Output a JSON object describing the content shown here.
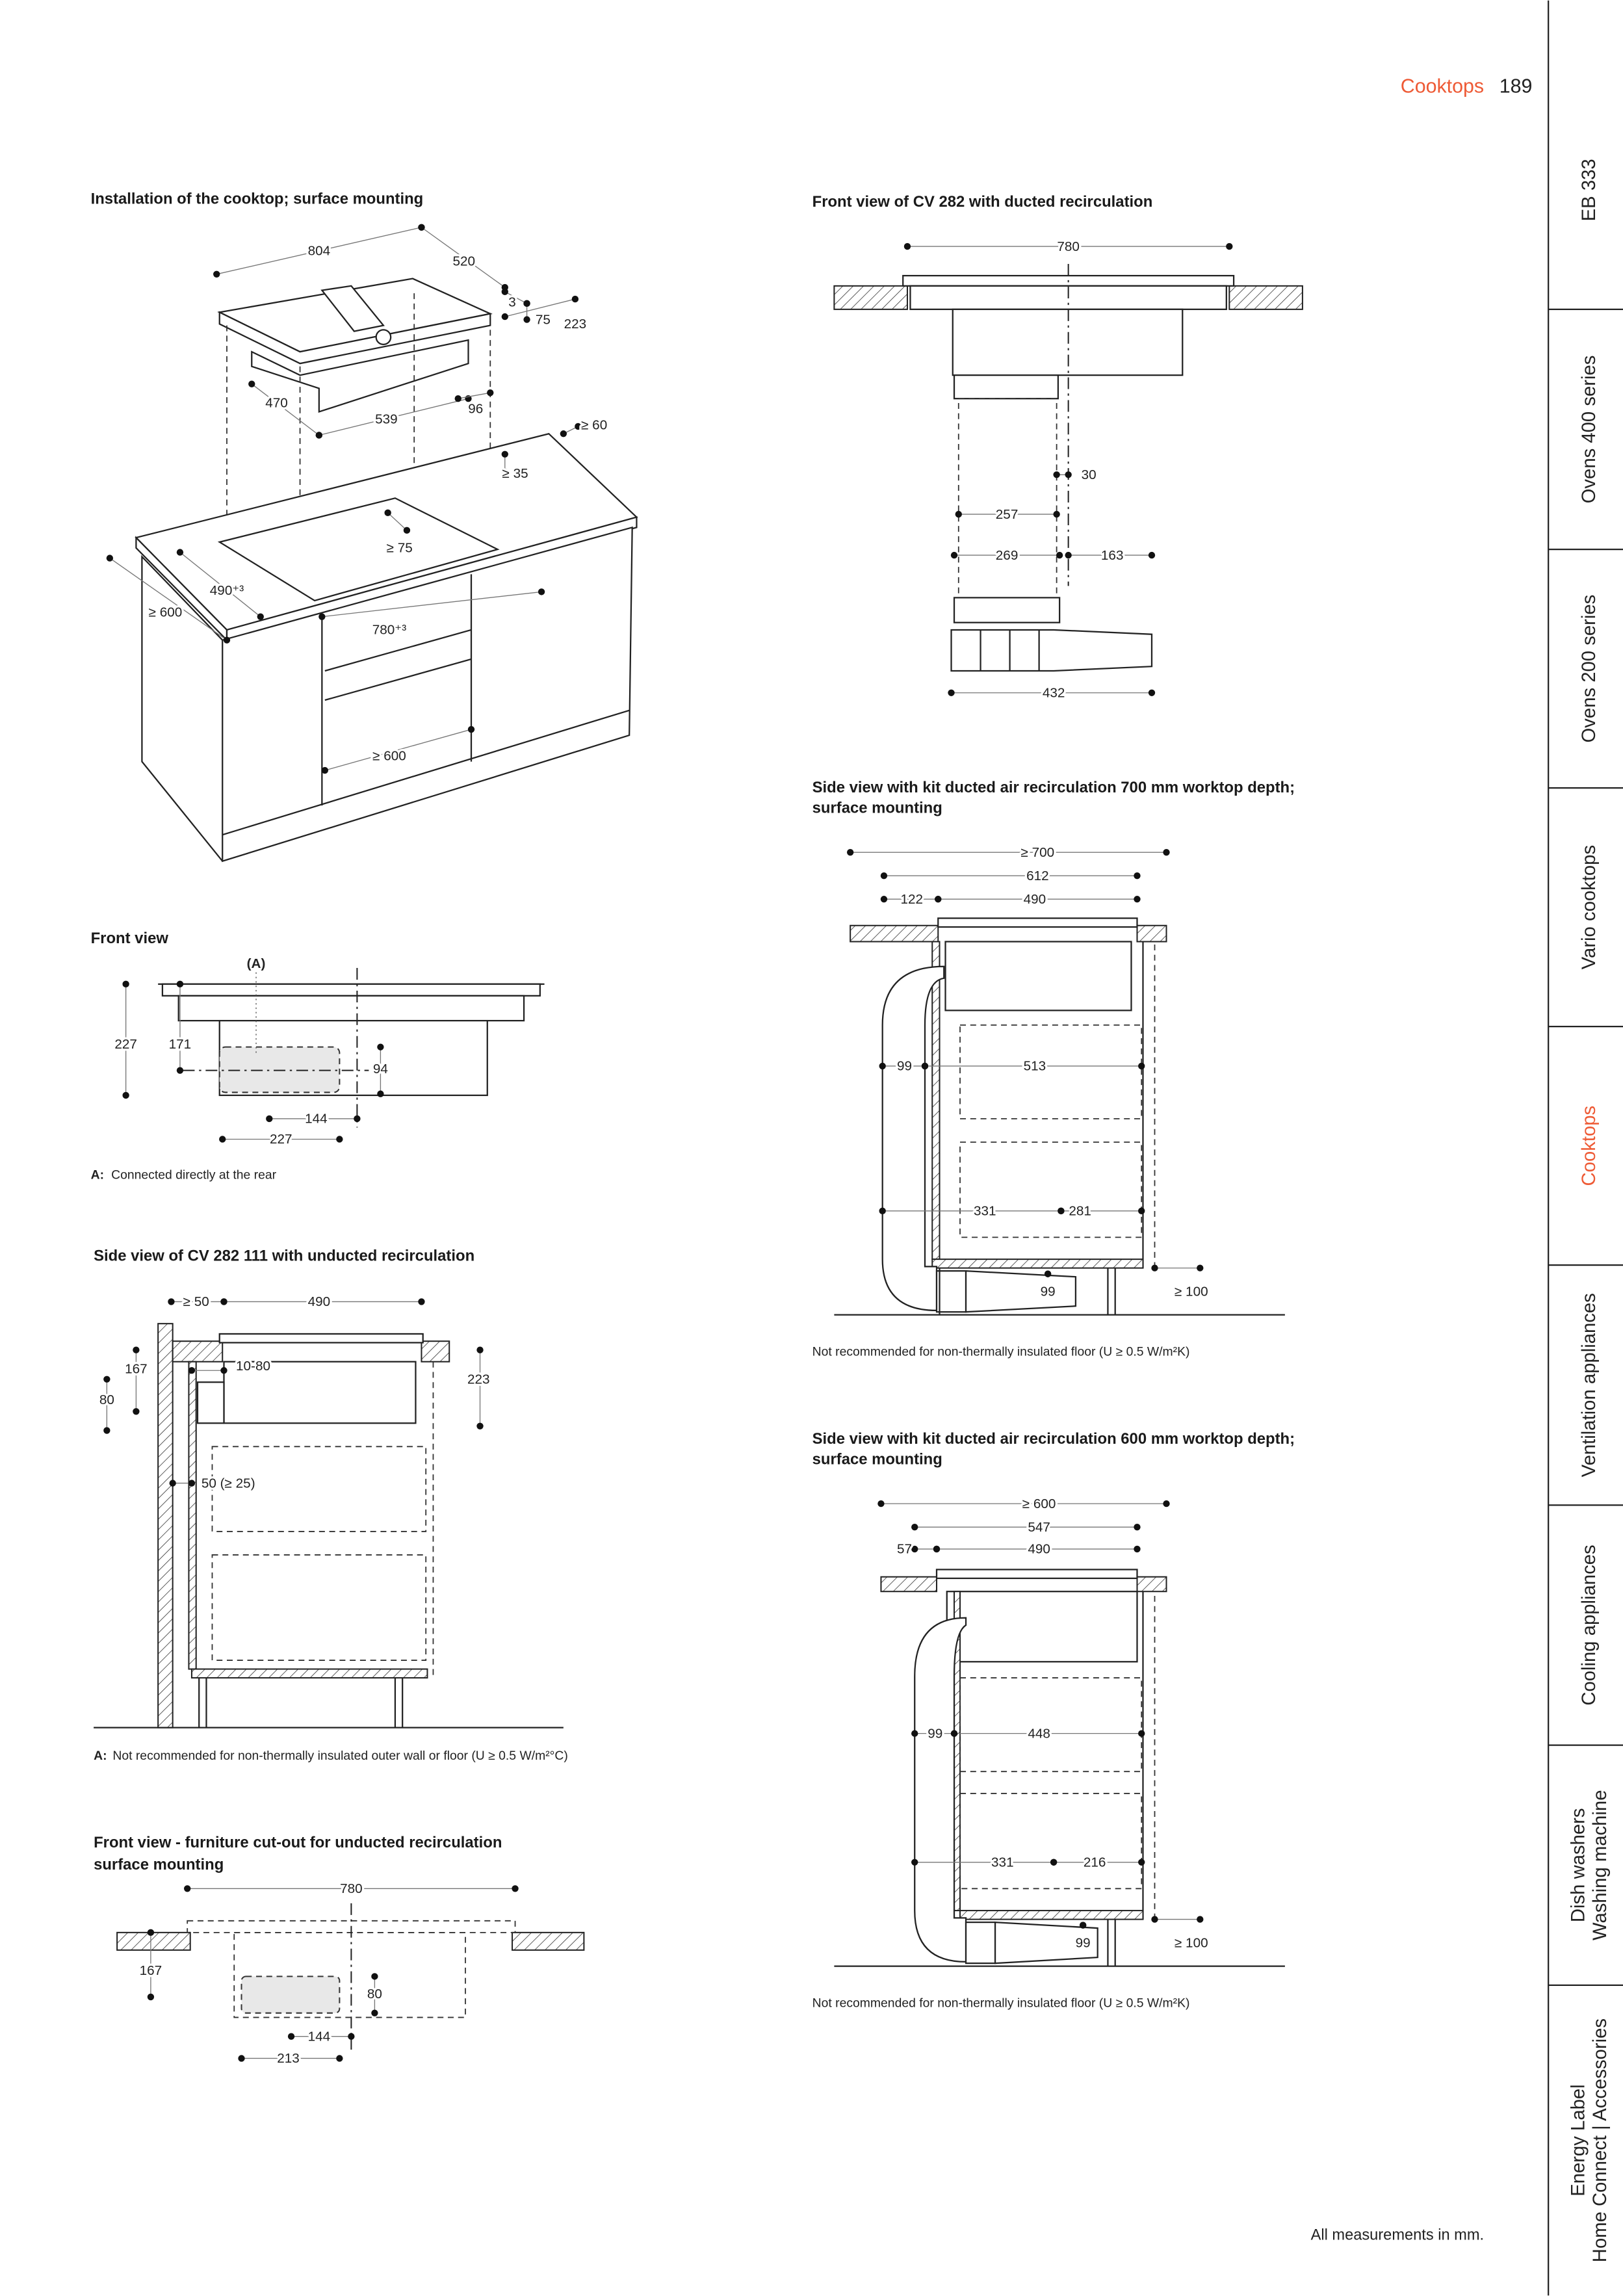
{
  "header": {
    "section": "Cooktops",
    "page_number": "189"
  },
  "colors": {
    "accent": "#ee5a35",
    "text": "#222222"
  },
  "sidebar": {
    "tabs": [
      {
        "lines": [
          "EB 333"
        ],
        "active": false
      },
      {
        "lines": [
          "Ovens 400 series"
        ],
        "active": false
      },
      {
        "lines": [
          "Ovens 200 series"
        ],
        "active": false
      },
      {
        "lines": [
          "Vario cooktops"
        ],
        "active": false
      },
      {
        "lines": [
          "Cooktops"
        ],
        "active": true
      },
      {
        "lines": [
          "Ventilation appliances"
        ],
        "active": false
      },
      {
        "lines": [
          "Cooling appliances"
        ],
        "active": false
      },
      {
        "lines": [
          "Dish washers",
          "Washing machine"
        ],
        "active": false
      },
      {
        "lines": [
          "Energy Label",
          "Home Connect | Accessories"
        ],
        "active": false
      }
    ]
  },
  "installation": {
    "title": "Installation of the cooktop; surface mounting",
    "dims": {
      "d804": "804",
      "d520": "520",
      "d3": "3",
      "d75": "75",
      "d223": "223",
      "d470": "470",
      "d539": "539",
      "d96": "96",
      "ge60": "≥ 60",
      "ge35": "≥ 35",
      "ge75": "≥ 75",
      "d490": "490⁺³",
      "ge600a": "≥ 600",
      "d780": "780⁺³",
      "ge600b": "≥ 600"
    }
  },
  "front_view": {
    "title": "Front view",
    "marker": "(A)",
    "dims": {
      "h227": "227",
      "h171": "171",
      "d94": "94",
      "d144": "144",
      "w227": "227"
    },
    "note_key": "A:",
    "note_text": "Connected directly at the rear"
  },
  "side_unducted": {
    "title": "Side view of CV 282 111 with unducted recirculation",
    "dims": {
      "ge50": "≥ 50",
      "d490": "490",
      "d1080": "10-80",
      "d167": "167",
      "d223": "223",
      "d80": "80",
      "d50": "50 (≥ 25)"
    },
    "note_key": "A:",
    "note_text": "Not recommended for non-thermally insulated outer wall or floor (U ≥ 0.5 W/m²°C)"
  },
  "cutout": {
    "title_lines": [
      "Front view - furniture cut-out for unducted recirculation",
      "surface mounting"
    ],
    "dims": {
      "d780": "780",
      "d167": "167",
      "d80": "80",
      "d144": "144",
      "d213": "213"
    }
  },
  "front_ducted": {
    "title": "Front view of CV 282 with ducted recirculation",
    "dims": {
      "d780": "780",
      "d30": "30",
      "d257": "257",
      "d269": "269",
      "d163": "163",
      "d432": "432"
    }
  },
  "side_700": {
    "title_lines": [
      "Side view with kit ducted air recirculation 700 mm worktop depth;",
      "surface mounting"
    ],
    "dims": {
      "ge700": "≥ 700",
      "d612": "612",
      "d122": "122",
      "d490": "490",
      "d99a": "99",
      "d513": "513",
      "d331": "331",
      "d281": "281",
      "d99b": "99",
      "ge100": "≥ 100"
    },
    "note": "Not recommended for non-thermally insulated floor (U ≥ 0.5 W/m²K)"
  },
  "side_600": {
    "title_lines": [
      "Side view with kit ducted air recirculation 600 mm worktop depth;",
      "surface mounting"
    ],
    "dims": {
      "ge600": "≥ 600",
      "d547": "547",
      "d57": "57",
      "d490": "490",
      "d99a": "99",
      "d448": "448",
      "d331": "331",
      "d216": "216",
      "d99b": "99",
      "ge100": "≥ 100"
    },
    "note": "Not recommended for non-thermally insulated floor (U ≥ 0.5 W/m²K)"
  },
  "footer": {
    "note": "All measurements in mm."
  }
}
